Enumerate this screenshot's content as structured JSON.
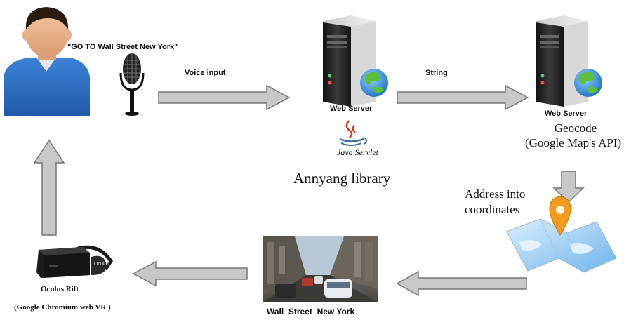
{
  "quote": "\"GO TO Wall Street  New York\"",
  "arrows": {
    "voice_input": "Voice input",
    "string": "String"
  },
  "server1": {
    "label": "Web Server",
    "java_label": "Java Servlet",
    "library": "Annyang library"
  },
  "server2": {
    "label": "Web Server",
    "geocode_line1": "Geocode",
    "geocode_line2": "(Google Map's API)"
  },
  "map": {
    "address_line1": "Address into",
    "address_line2": "coordinates"
  },
  "street": {
    "label": "Wall  Street  New York"
  },
  "rift": {
    "label": "Oculus Rift",
    "sublabel": "(Google Chromium web VR )",
    "logo": "Oculus"
  },
  "colors": {
    "arrow_fill": "#c8c8c8",
    "arrow_stroke": "#777777",
    "shirt": "#2e6fc0",
    "server_body": "#2b2b2b",
    "globe_blue": "#2e8fd8",
    "globe_green": "#5bbf3a",
    "pin_orange": "#f29b1d"
  }
}
